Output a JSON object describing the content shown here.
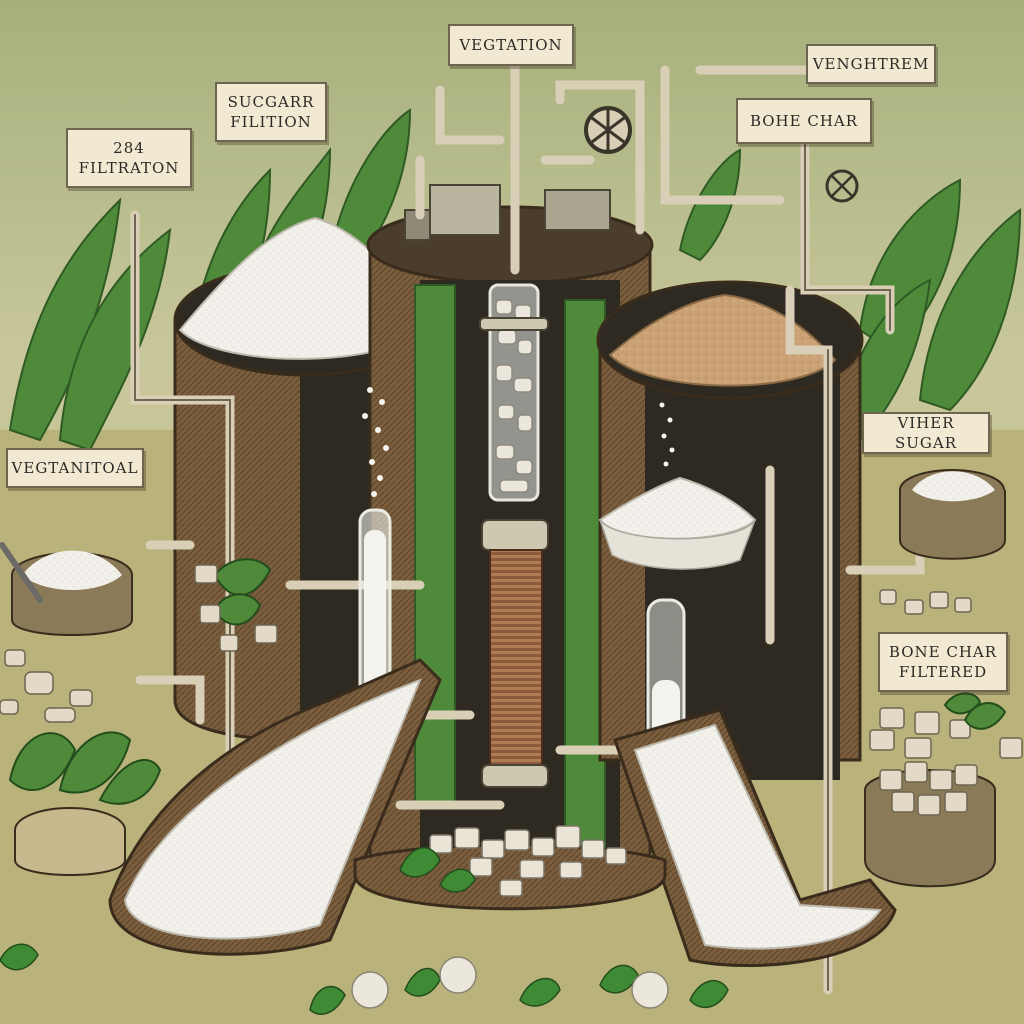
{
  "labels": {
    "vegetation": "VEGTATION",
    "venghtrem": "VENGHTREM",
    "sugar_filtration": "SUCGARR\nFILITION",
    "filtration_284": "284\nFILTRATON",
    "bone_char": "BOHE CHAR",
    "vegantoal": "VEGTANITOAL",
    "vher_sugar": "VIHER SUGAR",
    "bone_char_filtered": "BONE CHAR\nFILTERED"
  },
  "colors": {
    "sky": "#c9c89a",
    "ground": "#b9b27a",
    "tank_brown": "#7a5e3e",
    "tank_interior": "#2e2a22",
    "panel_green": "#4f8a3a",
    "pipe": "#d8cfb6",
    "sugar_white": "#f2f0ea",
    "raw_sugar": "#c9a175",
    "leaf_green": "#3f8a34",
    "label_bg": "#f1e9d2"
  },
  "icons": [
    "valve-wheel-icon",
    "valve-wheel-icon",
    "funnel-icon",
    "test-tube-icon"
  ]
}
